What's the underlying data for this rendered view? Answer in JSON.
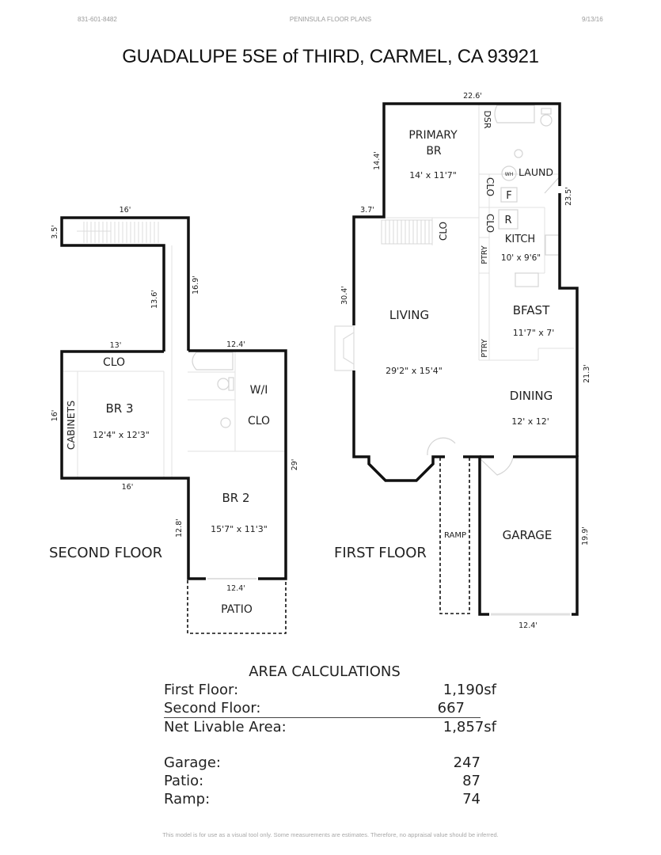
{
  "header": {
    "phone": "831-601-8482",
    "company": "PENINSULA FLOOR PLANS",
    "date": "9/13/16"
  },
  "title": "GUADALUPE 5SE of THIRD, CARMEL, CA  93921",
  "second_floor": {
    "label": "SECOND FLOOR",
    "rooms": {
      "br3": {
        "name": "BR 3",
        "size": "12'4\" x 12'3\""
      },
      "br2": {
        "name": "BR 2",
        "size": "15'7\" x 11'3\""
      },
      "clo": "CLO",
      "cabinets": "CABINETS",
      "wi": "W/I",
      "wi_clo": "CLO",
      "patio": "PATIO"
    },
    "dimensions": {
      "top_stair": "16'",
      "stair_left": "3.5'",
      "inner_vertical": "13.6'",
      "hall_vertical": "16.9'",
      "br3_top": "13'",
      "bath_top": "12.4'",
      "br3_left": "16'",
      "br3_bottom": "16'",
      "right_side": "29'",
      "br2_left": "12.8'",
      "patio_top": "12.4'"
    }
  },
  "first_floor": {
    "label": "FIRST FLOOR",
    "rooms": {
      "primary": {
        "name_line1": "PRIMARY",
        "name_line2": "BR",
        "size": "14' x 11'7\""
      },
      "dsr": "DSR",
      "laund": "LAUND",
      "wh": "WH",
      "clo1": "CLO",
      "clo2": "CLO",
      "clo3": "CLO",
      "fridge": "F",
      "range": "R",
      "kitch": {
        "name": "KITCH",
        "size": "10' x 9'6\""
      },
      "ptry1": "PTRY",
      "ptry2": "PTRY",
      "living": {
        "name": "LIVING",
        "size": "29'2\" x 15'4\""
      },
      "bfast": {
        "name": "BFAST",
        "size": "11'7\" x 7'"
      },
      "dining": {
        "name": "DINING",
        "size": "12' x 12'"
      },
      "ramp": "RAMP",
      "garage": "GARAGE"
    },
    "dimensions": {
      "top": "22.6'",
      "primary_left": "14.4'",
      "step": "3.7'",
      "right_upper": "23.5'",
      "living_left": "30.4'",
      "right_lower": "21.3'",
      "garage_right": "19.9'",
      "garage_bottom": "12.4'"
    }
  },
  "area_calculations": {
    "title": "AREA CALCULATIONS",
    "rows": [
      {
        "label": "First  Floor:",
        "value": "1,190sf"
      },
      {
        "label": "Second Floor:",
        "value": "667"
      },
      {
        "label": "Net Livable Area:",
        "value": "1,857sf"
      }
    ],
    "extras": [
      {
        "label": "Garage:",
        "value": "247"
      },
      {
        "label": "Patio:",
        "value": "87"
      },
      {
        "label": "Ramp:",
        "value": "74"
      }
    ]
  },
  "footer": "This model is for use as a visual tool only.  Some measurements are estimates.  Therefore, no appraisal value should be inferred.",
  "colors": {
    "wall": "#111111",
    "fixture": "#d6d6d6",
    "faint_text": "#9a9a9a"
  }
}
